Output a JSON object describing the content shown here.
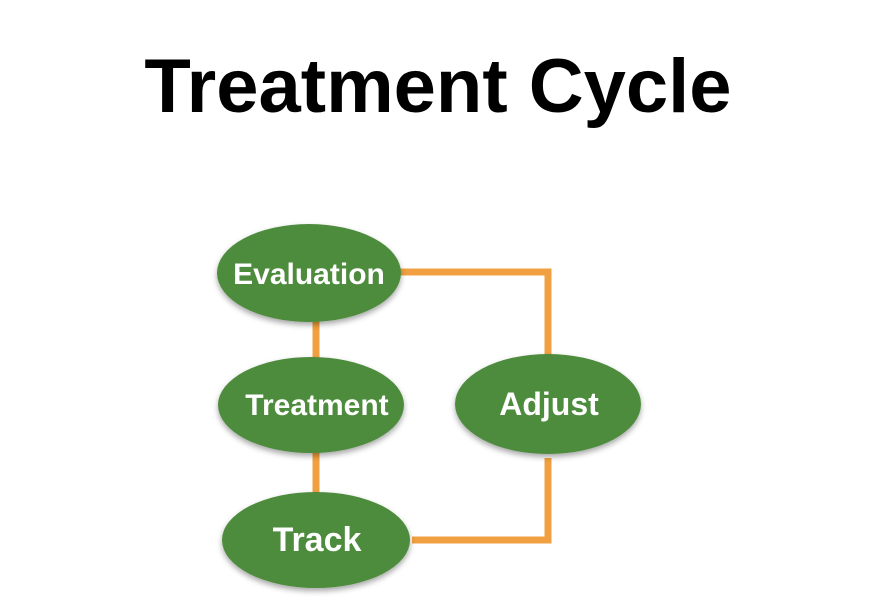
{
  "title": "Treatment Cycle",
  "colors": {
    "node_fill": "#4e8b3e",
    "connector": "#f0a040",
    "text": "#ffffff",
    "title": "#000000"
  },
  "nodes": {
    "evaluation": {
      "label": "Evaluation"
    },
    "treatment": {
      "label": "Treatment"
    },
    "track": {
      "label": "Track"
    },
    "adjust": {
      "label": "Adjust"
    }
  },
  "edges": [
    {
      "from": "evaluation",
      "to": "treatment"
    },
    {
      "from": "treatment",
      "to": "track"
    },
    {
      "from": "track",
      "to": "adjust"
    },
    {
      "from": "adjust",
      "to": "evaluation"
    }
  ]
}
